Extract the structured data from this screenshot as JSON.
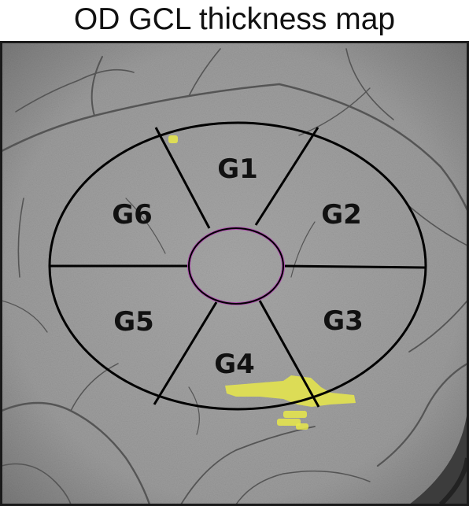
{
  "title": "OD GCL thickness map",
  "sectors": [
    {
      "id": "G1",
      "label": "G1"
    },
    {
      "id": "G2",
      "label": "G2"
    },
    {
      "id": "G3",
      "label": "G3"
    },
    {
      "id": "G4",
      "label": "G4"
    },
    {
      "id": "G5",
      "label": "G5"
    },
    {
      "id": "G6",
      "label": "G6"
    }
  ],
  "colors": {
    "fundus_background": "#9a9a9a",
    "vessel": "#4a4a4a",
    "outline": "#000000",
    "central_ring": "#b050b0",
    "highlight": "#e6e64a"
  }
}
